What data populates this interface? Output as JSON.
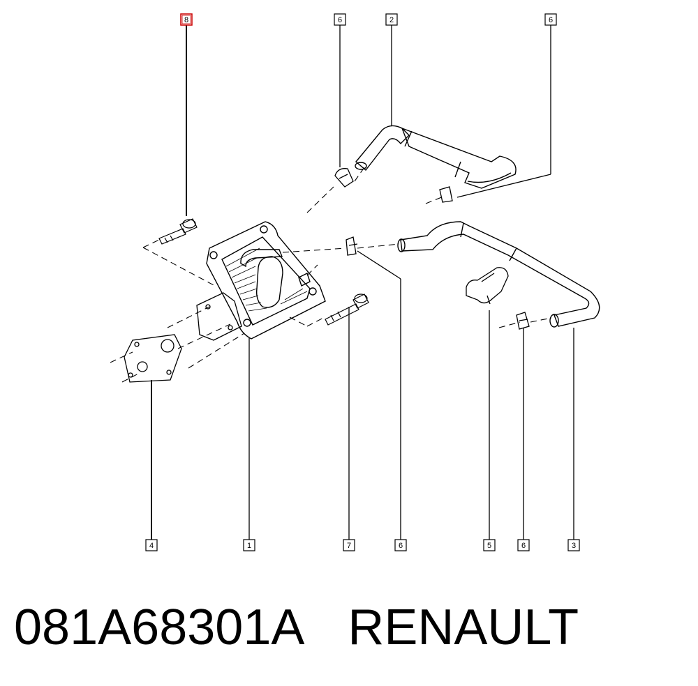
{
  "callouts": {
    "c8": "8",
    "c6_top_left": "6",
    "c2": "2",
    "c6_top_right": "6",
    "c4": "4",
    "c1": "1",
    "c7": "7",
    "c6_bottom_a": "6",
    "c5": "5",
    "c6_bottom_b": "6",
    "c3": "3"
  },
  "highlight_color": "#cc0000",
  "caption": {
    "part_number": "081A68301A",
    "brand": "RENAULT"
  }
}
